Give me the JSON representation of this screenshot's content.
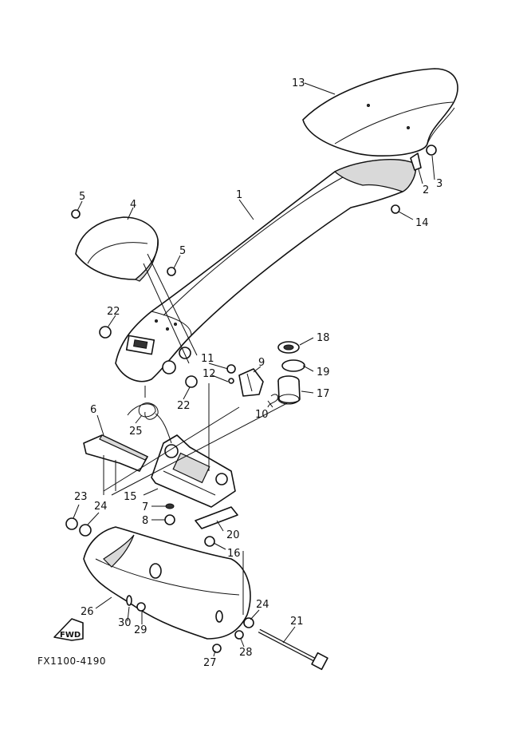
{
  "diagram_code": "FX1100-4190",
  "fwd_arrow_text": "FWD",
  "callouts": {
    "c1": "1",
    "c2": "2",
    "c3": "3",
    "c4": "4",
    "c5a": "5",
    "c5b": "5",
    "c6": "6",
    "c7": "7",
    "c8": "8",
    "c9": "9",
    "c10": "10",
    "c11": "11",
    "c12": "12",
    "c13": "13",
    "c14": "14",
    "c15": "15",
    "c16": "16",
    "c17": "17",
    "c18": "18",
    "c19": "19",
    "c20": "20",
    "c21": "21",
    "c22a": "22",
    "c22b": "22",
    "c23": "23",
    "c24a": "24",
    "c24b": "24",
    "c25": "25",
    "c26": "26",
    "c27": "27",
    "c28": "28",
    "c29": "29",
    "c30": "30"
  }
}
